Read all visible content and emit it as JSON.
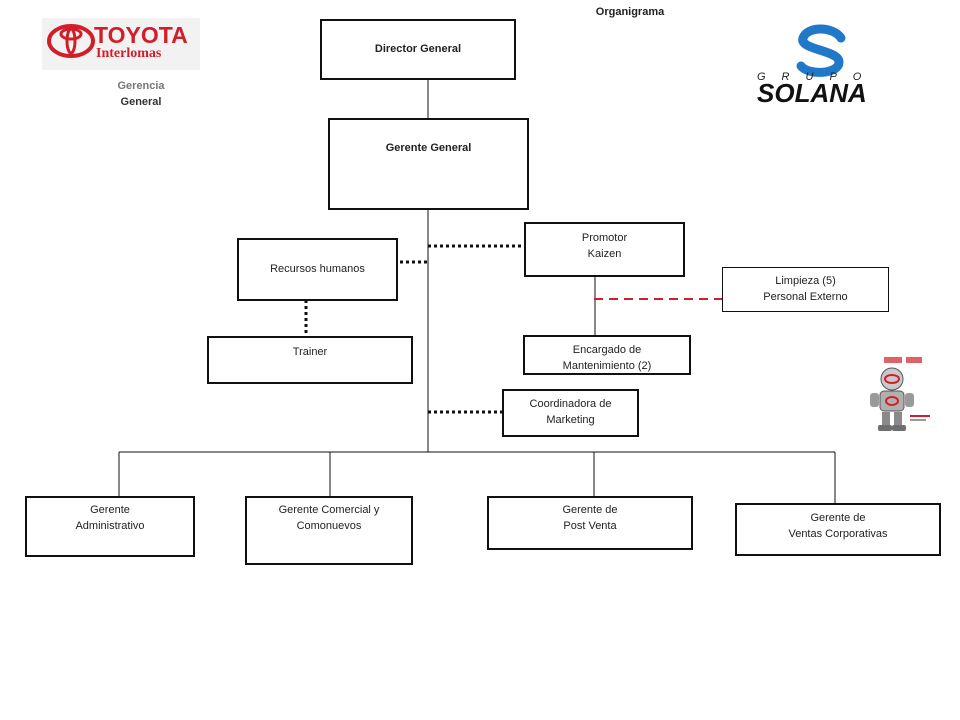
{
  "title": "Organigrama",
  "logos": {
    "toyota_brand": "TOYOTA",
    "toyota_branch": "Interlomas",
    "solana_group": "GRUPO",
    "solana_name": "SOLANA"
  },
  "gerencia_label": {
    "line1": "Gerencia",
    "line2": "General"
  },
  "nodes": {
    "director_general": "Director General",
    "gerente_general": "Gerente General",
    "recursos_humanos": "Recursos humanos",
    "promotor_kaizen": [
      "Promotor",
      "Kaizen"
    ],
    "limpieza": [
      "Limpieza (5)",
      "Personal Externo"
    ],
    "trainer": "Trainer",
    "encargado_mantenimiento": [
      "Encargado de",
      "Mantenimiento (2)"
    ],
    "coordinadora_marketing": [
      "Coordinadora de",
      "Marketing"
    ],
    "gerente_administrativo": [
      "Gerente",
      "Administrativo"
    ],
    "gerente_comercial": [
      "Gerente Comercial y",
      "Comonuevos"
    ],
    "gerente_post_venta": [
      "Gerente de",
      "Post Venta"
    ],
    "gerente_ventas_corp": [
      "Gerente de",
      "Ventas Corporativas"
    ]
  },
  "colors": {
    "toyota_red": "#d11f2a",
    "solana_blue": "#1f78c8",
    "line": "#111111",
    "dashed_red": "#d11f2a"
  }
}
